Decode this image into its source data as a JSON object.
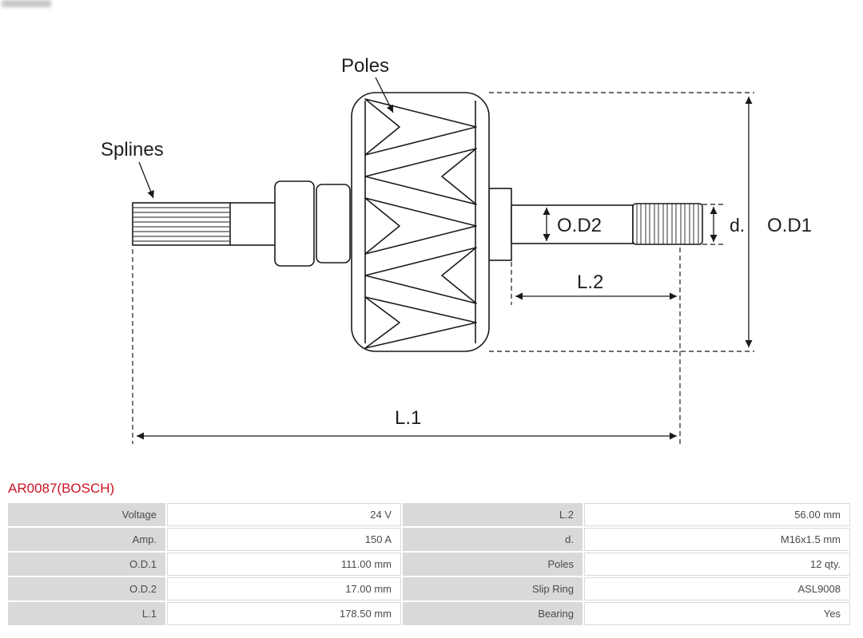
{
  "part": {
    "title": "AR0087(BOSCH)"
  },
  "diagram": {
    "labels": {
      "poles": "Poles",
      "splines": "Splines",
      "od2": "O.D2",
      "od1": "O.D1",
      "d": "d.",
      "l2": "L.2",
      "l1": "L.1"
    }
  },
  "specs": {
    "rows": [
      {
        "label_left": "Voltage",
        "value_left": "24 V",
        "label_right": "L.2",
        "value_right": "56.00 mm"
      },
      {
        "label_left": "Amp.",
        "value_left": "150 A",
        "label_right": "d.",
        "value_right": "M16x1.5 mm"
      },
      {
        "label_left": "O.D.1",
        "value_left": "111.00 mm",
        "label_right": "Poles",
        "value_right": "12 qty."
      },
      {
        "label_left": "O.D.2",
        "value_left": "17.00 mm",
        "label_right": "Slip Ring",
        "value_right": "ASL9008"
      },
      {
        "label_left": "L.1",
        "value_left": "178.50 mm",
        "label_right": "Bearing",
        "value_right": "Yes"
      }
    ]
  },
  "colors": {
    "accent_red": "#cc1122",
    "label_cell_bg": "#d9d9d9",
    "diagram_stroke": "#1a1a1a"
  }
}
